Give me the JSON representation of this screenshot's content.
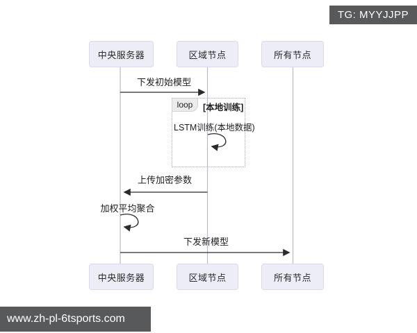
{
  "watermarks": {
    "top_right": "TG: MYYJJPP",
    "bottom_left": "www.zh-pl-6tsports.com"
  },
  "diagram": {
    "type": "sequence-diagram",
    "actors": [
      {
        "label": "中央服务器"
      },
      {
        "label": "区域节点"
      },
      {
        "label": "所有节点"
      }
    ],
    "messages": [
      {
        "label": "下发初始模型",
        "from": "中央服务器",
        "to": "区域节点",
        "style": "solid-arrow"
      },
      {
        "label": "上传加密参数",
        "from": "区域节点",
        "to": "中央服务器",
        "style": "solid-arrow"
      },
      {
        "label": "下发新模型",
        "from": "中央服务器",
        "to": "所有节点",
        "style": "solid-arrow"
      }
    ],
    "self_messages": [
      {
        "label": "LSTM训练(本地数据)",
        "actor": "区域节点"
      },
      {
        "label": "加权平均聚合",
        "actor": "中央服务器"
      }
    ],
    "loop_frame": {
      "keyword": "loop",
      "condition": "[本地训练]"
    }
  },
  "colors": {
    "background": "#ffffff",
    "actor_fill": "#ededf8",
    "actor_border": "#d9d9ea",
    "lifeline": "#b9b9c9",
    "arrow": "#2b2b2b",
    "loop_border": "#a9a9a9",
    "loop_tab_fill": "#ececec",
    "watermark_bg": "#58595b",
    "watermark_text": "#ffffff"
  }
}
